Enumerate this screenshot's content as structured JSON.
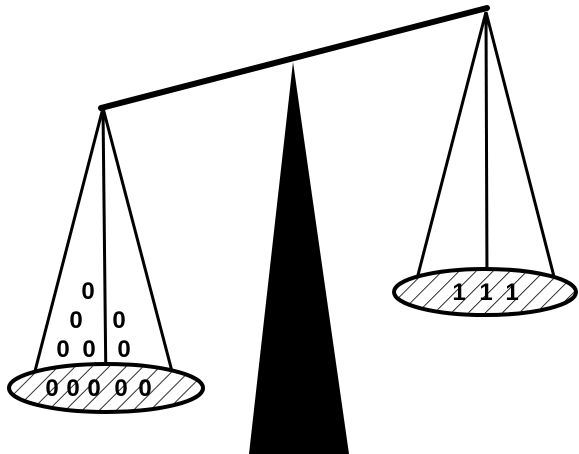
{
  "diagram": {
    "left_pan": {
      "digits_on_pan": [
        "0",
        "0",
        "0",
        "0",
        "0"
      ],
      "digits_stacked": [
        "0",
        "0",
        "0",
        "0",
        "0",
        "0"
      ]
    },
    "right_pan": {
      "digits_on_pan": [
        "1",
        "1",
        "1"
      ]
    }
  },
  "colors": {
    "ink": "#000000",
    "background": "#ffffff"
  }
}
